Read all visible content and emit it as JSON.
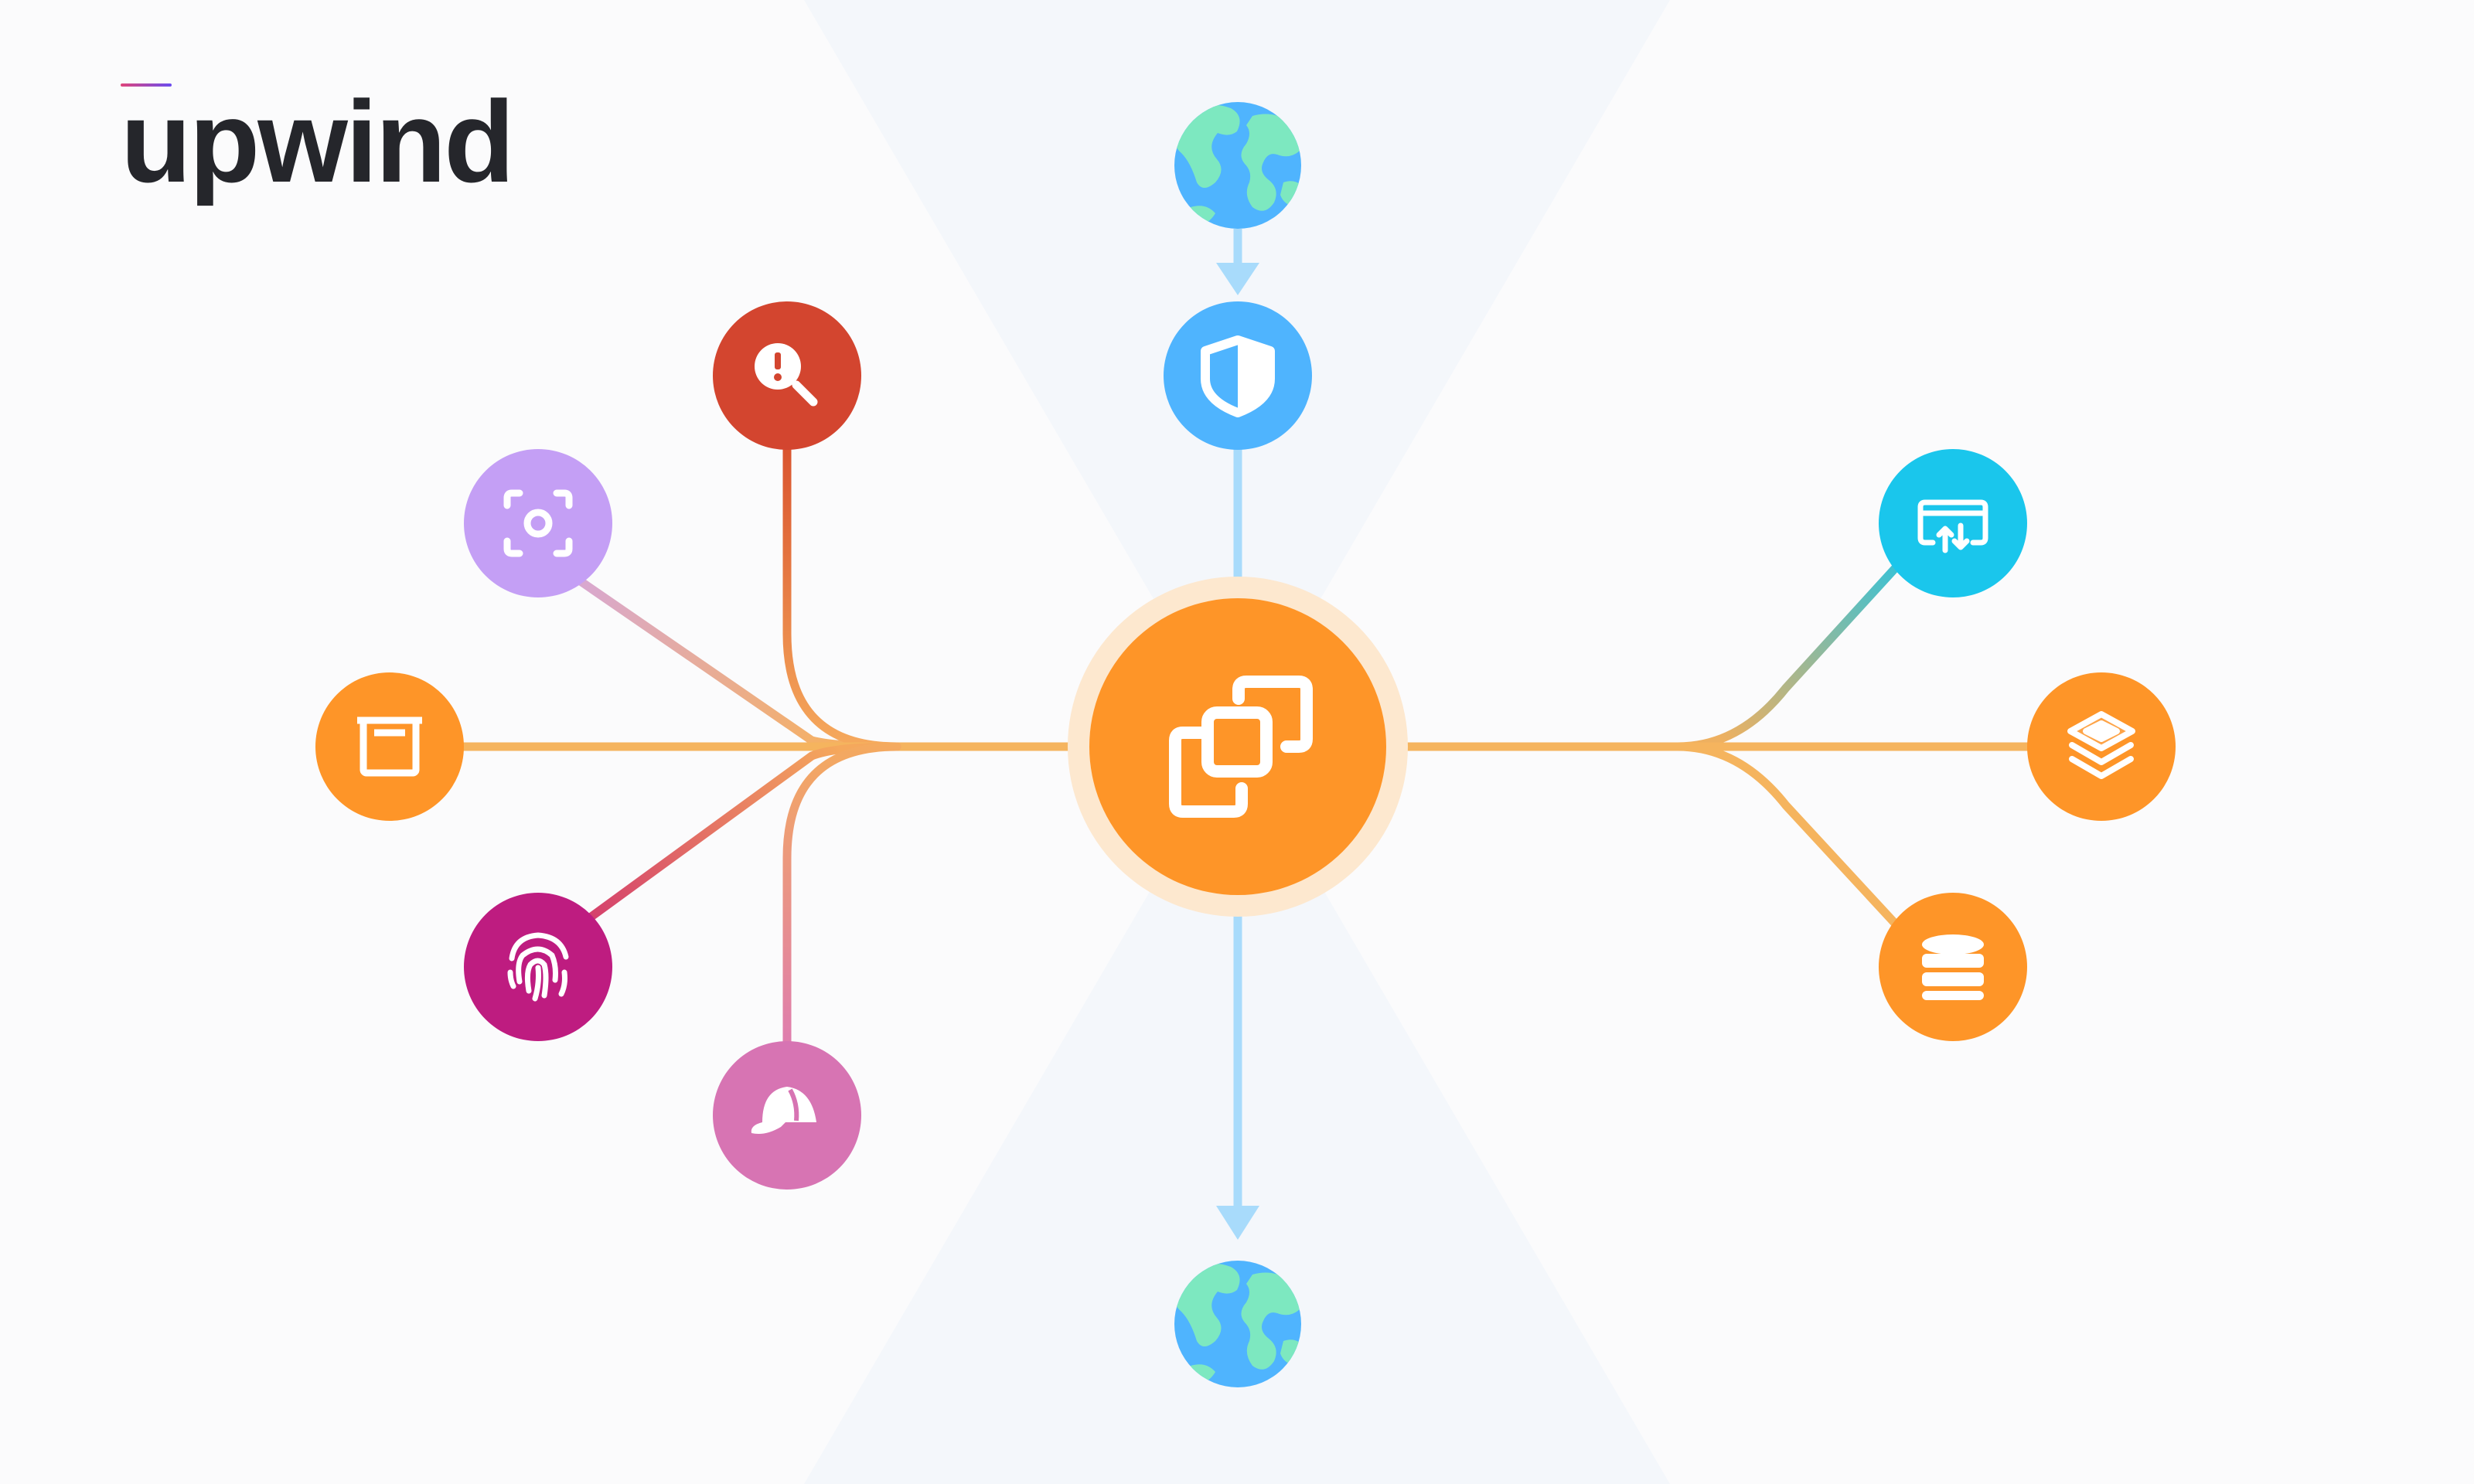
{
  "brand": {
    "name": "upwind",
    "gradient_colors": [
      "#e0457b",
      "#6a4cf0"
    ]
  },
  "center_node": {
    "icon": "copy-windows-icon",
    "color": "#fe9528",
    "halo_color": "#fde8cf"
  },
  "internet_nodes": [
    {
      "id": "top",
      "icon": "globe-icon"
    },
    {
      "id": "bottom",
      "icon": "globe-icon"
    }
  ],
  "shield_node": {
    "icon": "shield-icon",
    "color": "#4fb4fe"
  },
  "left_nodes": [
    {
      "id": "alert-search",
      "icon": "alert-search-icon",
      "color": "#d3452f"
    },
    {
      "id": "scan",
      "icon": "scan-target-icon",
      "color": "#c49ff5"
    },
    {
      "id": "container",
      "icon": "container-box-icon",
      "color": "#fe9528"
    },
    {
      "id": "identity",
      "icon": "fingerprint-icon",
      "color": "#be1c80"
    },
    {
      "id": "threat-actor",
      "icon": "hacker-cap-icon",
      "color": "#d774b3"
    }
  ],
  "right_nodes": [
    {
      "id": "transfer",
      "icon": "window-transfer-icon",
      "color": "#1ac6ec"
    },
    {
      "id": "layers",
      "icon": "layers-icon",
      "color": "#fe9528"
    },
    {
      "id": "database",
      "icon": "database-icon",
      "color": "#fe9528"
    }
  ],
  "colors": {
    "flow_line": "#f7b05a",
    "traffic_line": "#a8dbfb",
    "hourglass": "#f4f7fb",
    "globe_land": "#7de8c0",
    "globe_sea": "#4fb4fe"
  }
}
